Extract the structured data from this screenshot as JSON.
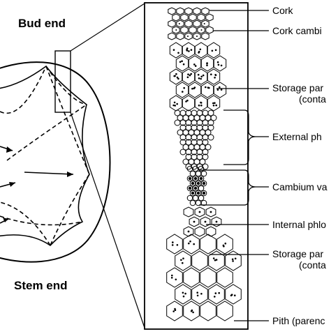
{
  "regions": {
    "top": "Bud end",
    "bottom": "Stem end"
  },
  "labels": {
    "cork": "Cork",
    "cork_cambium": "Cork cambi",
    "storage_parenchyma_1": {
      "line1": "Storage par",
      "line2": "(conta"
    },
    "external_phloem": "External ph",
    "cambium": "Cambium va",
    "internal_phloem": "Internal phlo",
    "storage_parenchyma_2": {
      "line1": "Storage par",
      "line2": "(conta"
    },
    "pith": "Pith (parenc"
  }
}
